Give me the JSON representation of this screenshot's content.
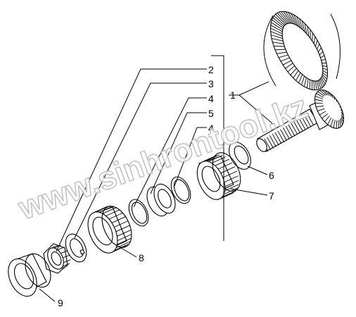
{
  "diagram": {
    "watermark": "www.sinhrontool.kz",
    "corner_mark": "",
    "callouts": [
      {
        "id": "c2",
        "label": "2"
      },
      {
        "id": "c3",
        "label": "3"
      },
      {
        "id": "c4a",
        "label": "4"
      },
      {
        "id": "c5",
        "label": "5"
      },
      {
        "id": "c4b",
        "label": "4"
      },
      {
        "id": "c1",
        "label": "1"
      },
      {
        "id": "c6",
        "label": "6"
      },
      {
        "id": "c7",
        "label": "7"
      },
      {
        "id": "c8",
        "label": "8"
      },
      {
        "id": "c9",
        "label": "9"
      }
    ]
  }
}
